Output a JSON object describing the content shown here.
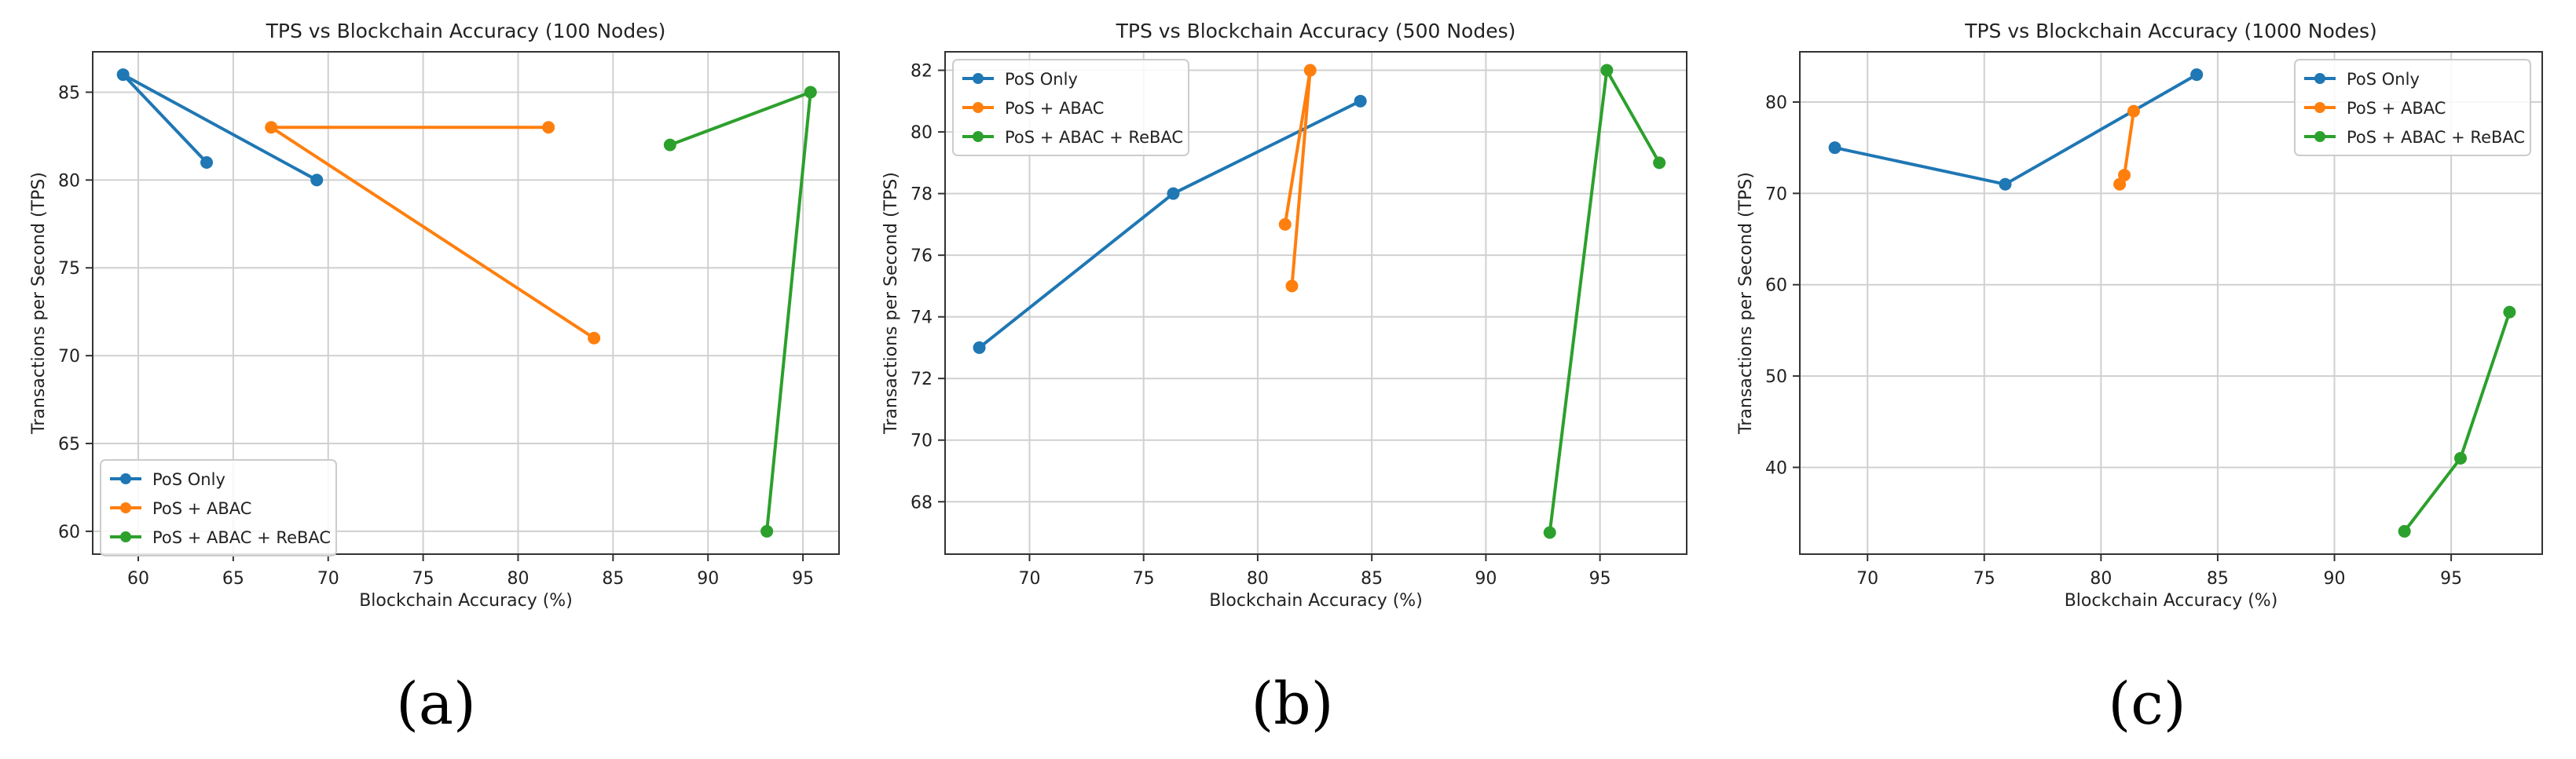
{
  "figure": {
    "captions": [
      "(a)",
      "(b)",
      "(c)"
    ]
  },
  "chart_data": [
    {
      "type": "line",
      "title": "TPS vs Blockchain Accuracy (100 Nodes)",
      "xlabel": "Blockchain Accuracy (%)",
      "ylabel": "Transactions per Second (TPS)",
      "xlim": [
        57.6,
        96.9
      ],
      "ylim": [
        58.7,
        87.3
      ],
      "xticks": [
        60,
        65,
        70,
        75,
        80,
        85,
        90,
        95
      ],
      "yticks": [
        60,
        65,
        70,
        75,
        80,
        85
      ],
      "grid": true,
      "legend_position": "lower-left",
      "series": [
        {
          "name": "PoS Only",
          "color": "#1f77b4",
          "x": [
            63.6,
            59.2,
            69.4
          ],
          "y": [
            81,
            86,
            80
          ]
        },
        {
          "name": "PoS + ABAC",
          "color": "#ff7f0e",
          "x": [
            81.6,
            67.0,
            84.0
          ],
          "y": [
            83,
            83,
            71
          ]
        },
        {
          "name": "PoS + ABAC + ReBAC",
          "color": "#2ca02c",
          "x": [
            88.0,
            95.4,
            93.1
          ],
          "y": [
            82,
            85,
            60
          ]
        }
      ]
    },
    {
      "type": "line",
      "title": "TPS vs Blockchain Accuracy (500 Nodes)",
      "xlabel": "Blockchain Accuracy (%)",
      "ylabel": "Transactions per Second (TPS)",
      "xlim": [
        66.3,
        98.8
      ],
      "ylim": [
        66.3,
        82.6
      ],
      "xticks": [
        70,
        75,
        80,
        85,
        90,
        95
      ],
      "yticks": [
        68,
        70,
        72,
        74,
        76,
        78,
        80,
        82
      ],
      "grid": true,
      "legend_position": "top-left",
      "series": [
        {
          "name": "PoS Only",
          "color": "#1f77b4",
          "x": [
            67.8,
            76.3,
            84.5
          ],
          "y": [
            73,
            78,
            81
          ]
        },
        {
          "name": "PoS + ABAC",
          "color": "#ff7f0e",
          "x": [
            81.2,
            82.3,
            81.5
          ],
          "y": [
            77,
            82,
            75
          ]
        },
        {
          "name": "PoS + ABAC + ReBAC",
          "color": "#2ca02c",
          "x": [
            92.8,
            95.3,
            97.6
          ],
          "y": [
            67,
            82,
            79
          ]
        }
      ]
    },
    {
      "type": "line",
      "title": "TPS vs Blockchain Accuracy (1000 Nodes)",
      "xlabel": "Blockchain Accuracy (%)",
      "ylabel": "Transactions per Second (TPS)",
      "xlim": [
        67.1,
        98.9
      ],
      "ylim": [
        30.5,
        85.5
      ],
      "xticks": [
        70,
        75,
        80,
        85,
        90,
        95
      ],
      "yticks": [
        40,
        50,
        60,
        70,
        80
      ],
      "grid": true,
      "legend_position": "top-right",
      "series": [
        {
          "name": "PoS Only",
          "color": "#1f77b4",
          "x": [
            68.6,
            75.9,
            84.1
          ],
          "y": [
            75,
            71,
            83
          ]
        },
        {
          "name": "PoS + ABAC",
          "color": "#ff7f0e",
          "x": [
            80.8,
            81.0,
            81.4
          ],
          "y": [
            71,
            72,
            79
          ]
        },
        {
          "name": "PoS + ABAC + ReBAC",
          "color": "#2ca02c",
          "x": [
            93.0,
            95.4,
            97.5
          ],
          "y": [
            33,
            41,
            57
          ]
        }
      ]
    }
  ]
}
